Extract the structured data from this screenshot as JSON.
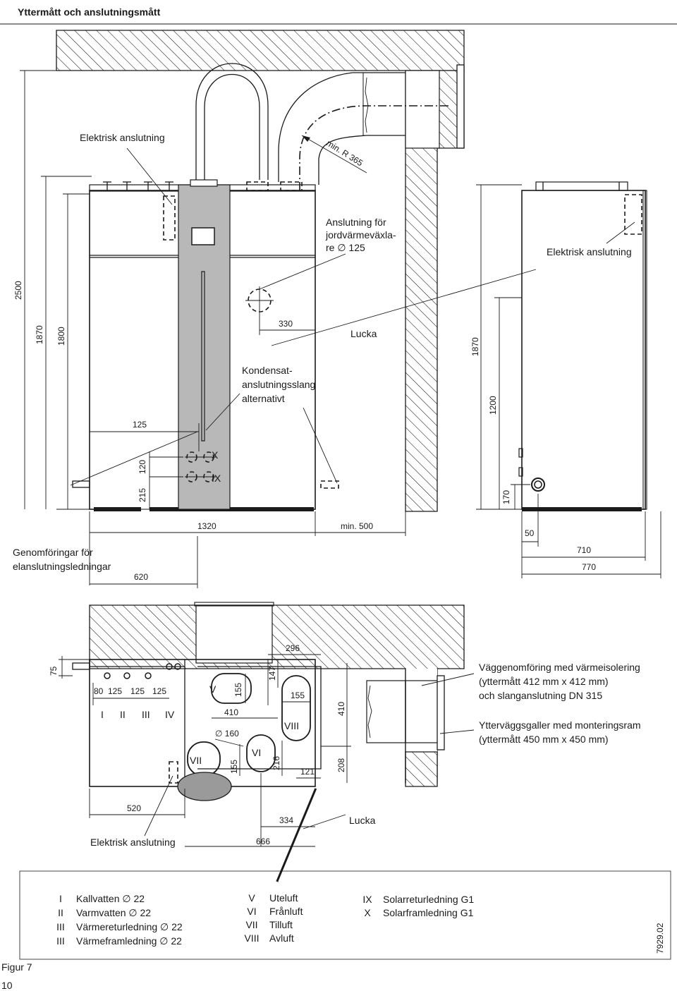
{
  "header": {
    "title": "Yttermått och anslutningsmått"
  },
  "front_view": {
    "labels": {
      "elektrisk_top": "Elektrisk anslutning",
      "min_r": "min. R 365",
      "jordvarme_1": "Anslutning för",
      "jordvarme_2": "jordvärmeväxla-",
      "jordvarme_3": "re ∅ 125",
      "lucka": "Lucka",
      "kondensat_1": "Kondensat-",
      "kondensat_2": "anslutningsslang",
      "kondensat_3": "alternativt",
      "genomforingar_1": "Genomföringar för",
      "genomforingar_2": "elanslutningsledningar",
      "x": "X",
      "ix": "IX"
    },
    "dims": {
      "d2500": "2500",
      "d1870": "1870",
      "d1800": "1800",
      "d330": "330",
      "d125": "125",
      "d120": "120",
      "d215": "215",
      "d1320": "1320",
      "dmin500": "min. 500",
      "d620": "620"
    }
  },
  "side_view": {
    "labels": {
      "elektrisk": "Elektrisk anslutning"
    },
    "dims": {
      "d1870": "1870",
      "d1200": "1200",
      "d170": "170",
      "d50": "50",
      "d710": "710",
      "d770": "770"
    }
  },
  "top_view": {
    "labels": {
      "vagg_1": "Väggenomföring med värmeisolering",
      "vagg_2": "(yttermått 412 mm x 412 mm)",
      "vagg_3": "och slanganslutning DN 315",
      "ytter_1": "Ytterväggsgaller med monteringsram",
      "ytter_2": "(yttermått 450 mm x 450 mm)",
      "elektrisk": "Elektrisk anslutning",
      "lucka": "Lucka"
    },
    "dims": {
      "d75": "75",
      "d80": "80",
      "d125a": "125",
      "d125b": "125",
      "d125c": "125",
      "d155a": "155",
      "d147": "147",
      "d296": "296",
      "d155b": "155",
      "d410a": "410",
      "d410b": "410",
      "d160": "∅ 160",
      "d155c": "155",
      "d216": "216",
      "d121": "121",
      "d208": "208",
      "d520": "520",
      "d334": "334",
      "d666": "666"
    },
    "roman": {
      "i": "I",
      "ii": "II",
      "iii": "III",
      "iv": "IV",
      "v": "V",
      "vi": "VI",
      "vii": "VII",
      "viii": "VIII"
    }
  },
  "legend": {
    "col1": [
      {
        "num": "I",
        "text": "Kallvatten  ∅ 22"
      },
      {
        "num": "II",
        "text": "Varmvatten  ∅ 22"
      },
      {
        "num": "III",
        "text": "Värmereturledning  ∅ 22"
      },
      {
        "num": "III",
        "text": "Värmeframledning  ∅ 22"
      }
    ],
    "col2": [
      {
        "num": "V",
        "text": "Uteluft"
      },
      {
        "num": "VI",
        "text": "Frånluft"
      },
      {
        "num": "VII",
        "text": "Tilluft"
      },
      {
        "num": "VIII",
        "text": "Avluft"
      }
    ],
    "col3": [
      {
        "num": "IX",
        "text": "Solarreturledning G1"
      },
      {
        "num": "X",
        "text": "Solarframledning G1"
      }
    ]
  },
  "footer": {
    "figure": "Figur 7",
    "page": "10",
    "code": "7929.02"
  }
}
